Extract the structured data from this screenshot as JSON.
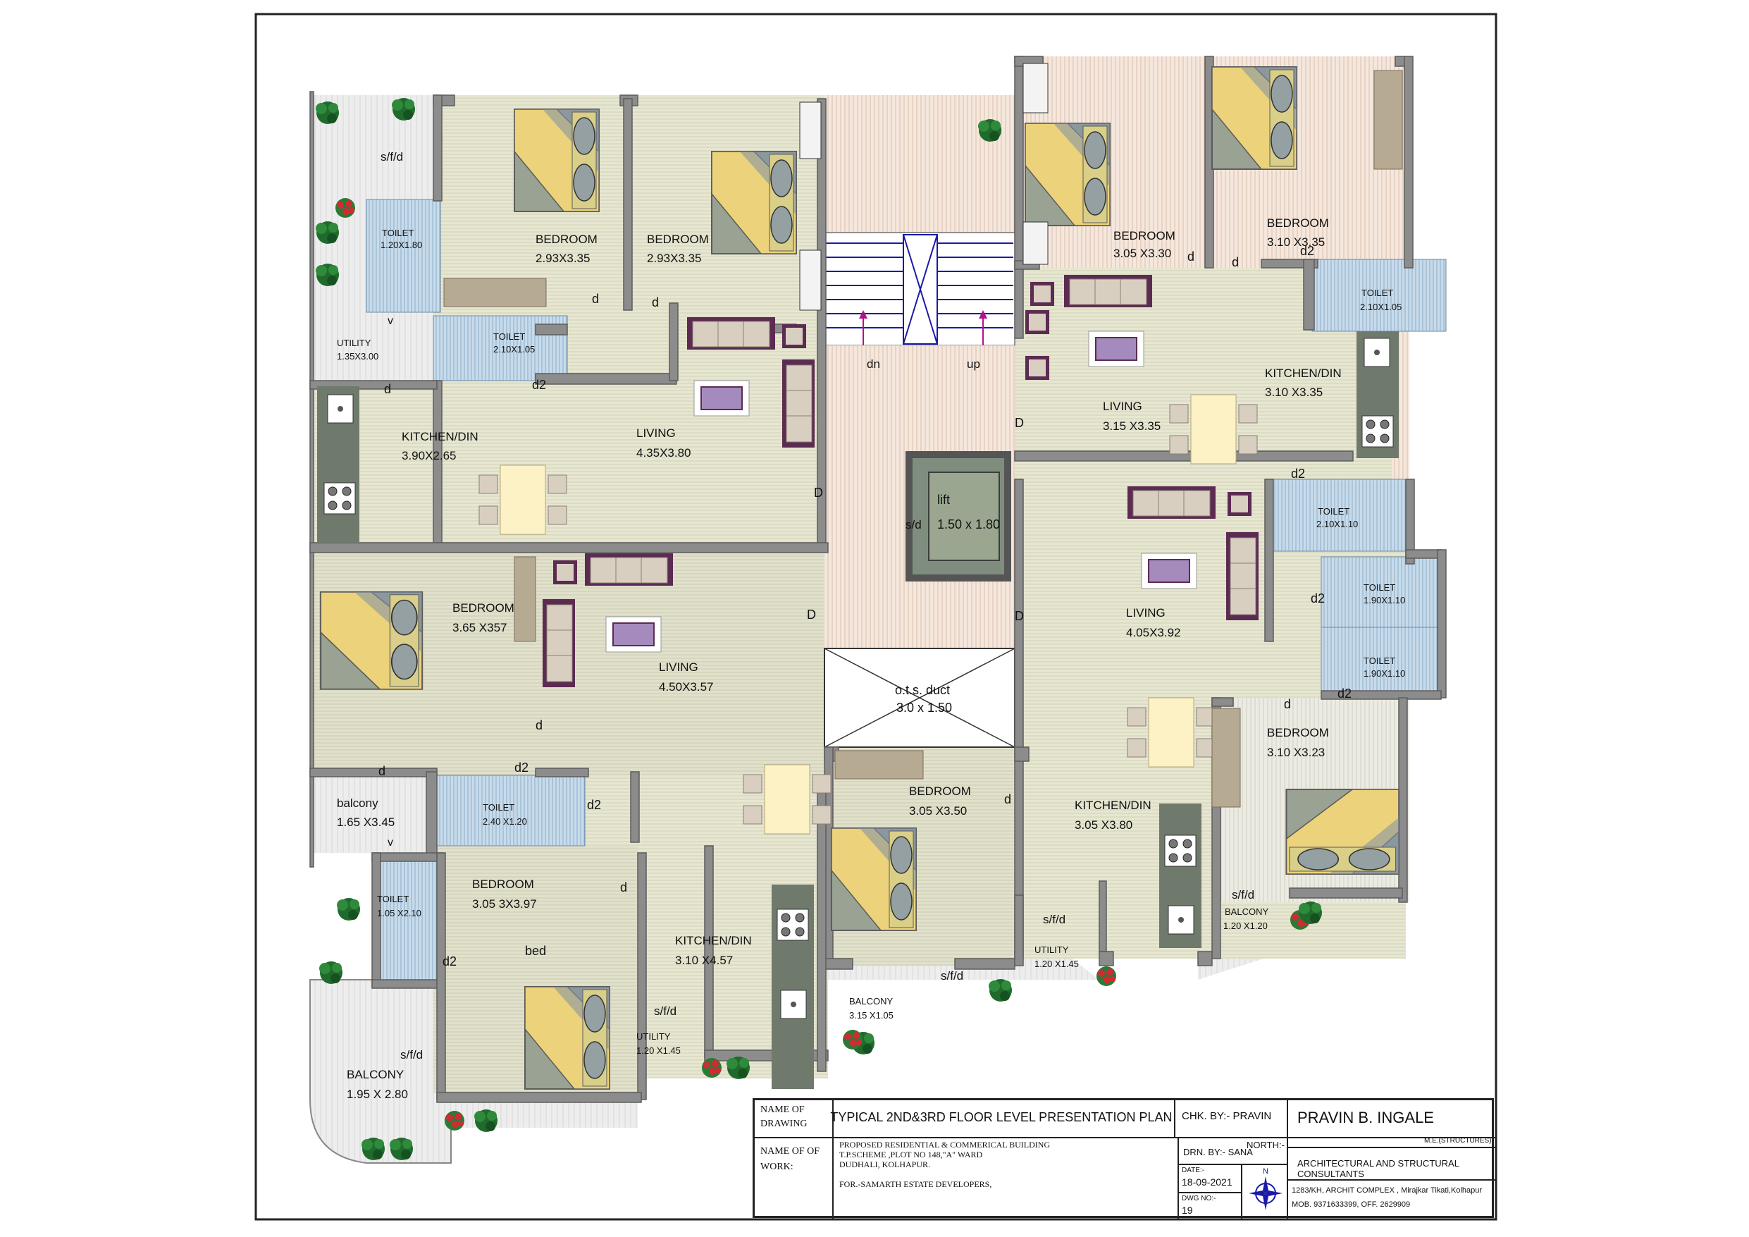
{
  "rooms": [
    {
      "name": "BEDROOM",
      "size": "2.93X3.35",
      "k": "a"
    },
    {
      "name": "BEDROOM",
      "size": "2.93X3.35",
      "k": "b"
    },
    {
      "name": "BEDROOM",
      "size": "3.05  X3.30",
      "k": "c"
    },
    {
      "name": "BEDROOM",
      "size": "3.10 X3.35",
      "k": "d"
    },
    {
      "name": "TOILET",
      "size": "1.20X1.80",
      "k": "e"
    },
    {
      "name": "TOILET",
      "size": "2.10X1.05",
      "k": "f"
    },
    {
      "name": "UTILITY",
      "size": "1.35X3.00",
      "k": "g"
    },
    {
      "name": "TOILET",
      "size": "2.10X1.05",
      "k": "h"
    },
    {
      "name": "KITCHEN/DIN",
      "size": "3.90X2.65",
      "k": "i"
    },
    {
      "name": "LIVING",
      "size": "4.35X3.80",
      "k": "j"
    },
    {
      "name": "LIVING",
      "size": "3.15 X3.35",
      "k": "k"
    },
    {
      "name": "KITCHEN/DIN",
      "size": "3.10 X3.35",
      "k": "l"
    },
    {
      "name": "TOILET",
      "size": "2.10X1.10",
      "k": "m"
    },
    {
      "name": "BEDROOM",
      "size": "3.65 X357",
      "k": "n"
    },
    {
      "name": "LIVING",
      "size": "4.50X3.57",
      "k": "o"
    },
    {
      "name": "LIVING",
      "size": "4.05X3.92",
      "k": "p"
    },
    {
      "name": "TOILET",
      "size": "1.90X1.10",
      "k": "q"
    },
    {
      "name": "TOILET",
      "size": "1.90X1.10",
      "k": "r"
    },
    {
      "name": "BEDROOM",
      "size": "3.10 X3.23",
      "k": "s"
    },
    {
      "name": "balcony",
      "size": "1.65 X3.45",
      "k": "t"
    },
    {
      "name": "TOILET",
      "size": "2.40 X1.20",
      "k": "u"
    },
    {
      "name": "BEDROOM",
      "size": "3.05 X3.50",
      "k": "v"
    },
    {
      "name": "KITCHEN/DIN",
      "size": "3.05 X3.80",
      "k": "w"
    },
    {
      "name": "TOILET",
      "size": "1.05 X2.10",
      "k": "x"
    },
    {
      "name": "BEDROOM",
      "size": "3.05 3X3.97",
      "k": "y"
    },
    {
      "name": "KITCHEN/DIN",
      "size": "3.10 X4.57",
      "k": "z"
    },
    {
      "name": "UTILITY",
      "size": "1.20 X1.45",
      "k": "aa"
    },
    {
      "name": "BALCONY",
      "size": "3.15 X1.05",
      "k": "ab"
    },
    {
      "name": "UTILITY",
      "size": "1.20 X1.45",
      "k": "ac"
    },
    {
      "name": "BALCONY",
      "size": "1.20 X1.20",
      "k": "ad"
    },
    {
      "name": "BALCONY",
      "size": "1.95 X 2.80",
      "k": "ae"
    }
  ],
  "core": {
    "lift_label": "lift",
    "lift_size": "1.50 x 1.80",
    "ots_label": "o.t.s. duct",
    "ots_size": "3.0 x 1.50",
    "stair_dn": "dn",
    "stair_up": "up"
  },
  "tags": {
    "sfd": "s/f/d",
    "d": "d",
    "D": "D",
    "d2": "d2",
    "v": "v",
    "sd": "s/d",
    "bed": "bed"
  },
  "title_block": {
    "name_of_drawing_label": "NAME OF DRAWING",
    "drawing_title": "TYPICAL 2ND&3RD FLOOR LEVEL PRESENTATION PLAN",
    "chk_by": "CHK. BY:- PRAVIN",
    "drn_by": "DRN. BY:- SANA",
    "name_of_work_label": "NAME OF OF WORK:",
    "work_line1": "PROPOSED  RESIDENTIAL & COMMERICAL BUILDING",
    "work_line2": "T.P.SCHEME ,PLOT NO 148,\"A\" WARD",
    "work_line3": "DUDHALI, KOLHAPUR.",
    "work_line4": "FOR.-SAMARTH  ESTATE  DEVELOPERS,",
    "date_label": "DATE:-",
    "date": "18-09-2021",
    "dwg_label": "DWG NO:-",
    "dwg_no": "19",
    "north_label": "NORTH:-",
    "north_n": "N",
    "consultant": "PRAVIN B. INGALE",
    "qualification": "M.E.(STRUCTURES)",
    "firm": "ARCHITECTURAL AND STRUCTURAL CONSULTANTS",
    "address": "1283/KH, ARCHIT COMPLEX ,  Mirajkar Tikati,Kolhapur",
    "mob": "MOB. 9371633399,     OFF. 2629909"
  },
  "colors": {
    "wall": "#8c8c8c",
    "wall_dark": "#5d5d5d",
    "floor_main": "#e4e4cf",
    "floor_bed": "#deddc8",
    "floor_stripe": "#f4e6da",
    "toilet_blue": "#c2d6e6",
    "terrace": "#ececec",
    "furniture_purple": "#5c2b52",
    "sofa_beige": "#d8cfc1",
    "bed_yellow": "#ecd27a",
    "pillow_gray": "#8e9c8e",
    "counter": "#6f7a6c",
    "tree_green": "#1f6b2c",
    "flower_red": "#c0262e"
  }
}
